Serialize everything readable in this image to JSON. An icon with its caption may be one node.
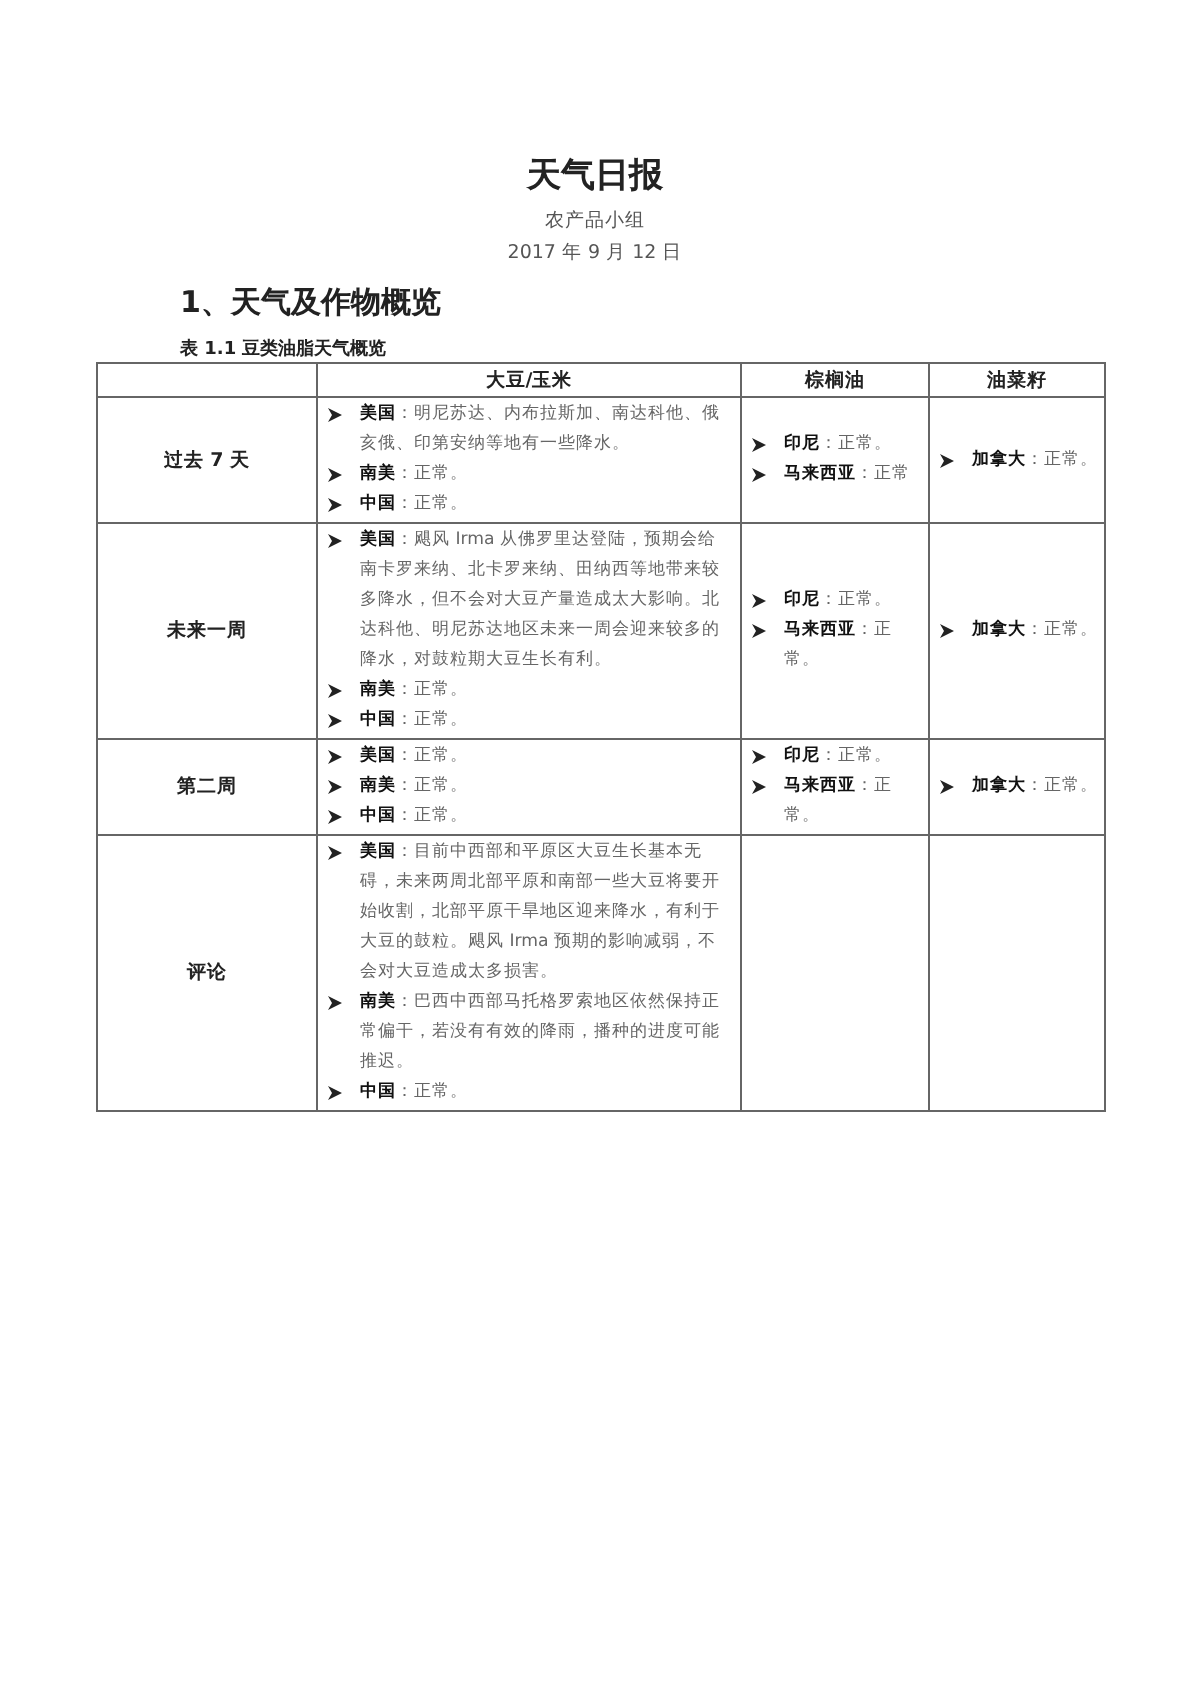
{
  "diagram": {
    "title": "天气日报",
    "labels": [
      "农产品小组",
      "2017 年 9 月 12 日",
      "1、天气及作物概览",
      "表 1.1 豆类油脂天气概览",
      "大豆/玉米",
      "棕榈油",
      "油菜籽",
      "过去 7 天",
      "**美国**：明尼苏达、内布拉斯加、南达科他、俄亥俄、印第安纳等地有一些降水。",
      "**南美**：正常。",
      "**中国**：正常。",
      "**印尼**：正常。",
      "**马来西亚**：正常",
      "**加拿大**：正常。",
      "未来一周",
      "**美国**：飓风 Irma 从佛罗里达登陆，预期会给南卡罗来纳、北卡罗来纳、田纳西等地带来较多降水，但不会对大豆产量造成太大影响。北达科他、明尼苏达地区未来一周会迎来较多的降水，对鼓粒期大豆生长有利。",
      "**南美**：正常。",
      "**中国**：正常。",
      "**印尼**：正常。",
      "**马来西亚**：正常。",
      "**加拿大**：正常。",
      "第二周",
      "**美国**：正常。",
      "**南美**：正常。",
      "**中国**：正常。",
      "**印尼**：正常。",
      "**马来西亚**：正常。",
      "**加拿大**：正常。",
      "评论",
      "**美国**：目前中西部和平原区大豆生长基本无碍，未来两周北部平原和南部一些大豆将要开始收割，北部平原干旱地区迎来降水，有利于大豆的鼓粒。飓风 Irma 预期的影响减弱，不会对大豆造成太多损害。",
      "**南美**：巴西中西部马托格罗索地区依然保持正常偏干，若没有有效的降雨，播种的进度可能推迟。",
      "**中国**：正常。"
    ]
  }
}
